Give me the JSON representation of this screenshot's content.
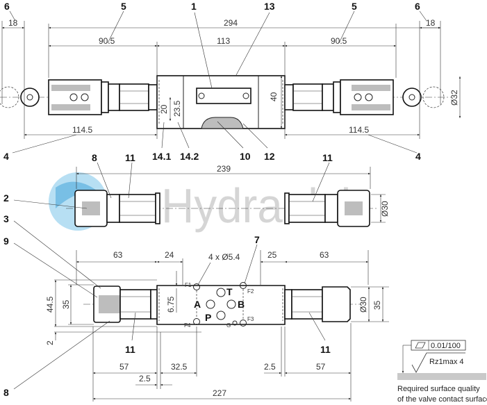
{
  "watermark": {
    "text": "Hydraulch",
    "logo_color": "#7cc4ea"
  },
  "top_view": {
    "callouts": {
      "c6l": "6",
      "c5l": "5",
      "c1": "1",
      "c13": "13",
      "c5r": "5",
      "c6r": "6",
      "c4l": "4",
      "c141": "14.1",
      "c142": "14.2",
      "c10": "10",
      "c12": "12",
      "c4r": "4"
    },
    "dims": {
      "d18l": "18",
      "d294": "294",
      "d905l": "90.5",
      "d113": "113",
      "d905r": "90.5",
      "d18r": "18",
      "d1145l": "114.5",
      "d1145r": "114.5",
      "d40": "40",
      "d32": "Ø32",
      "d20": "20",
      "d235": "23.5"
    }
  },
  "middle_view": {
    "callouts": {
      "c8": "8",
      "c11l": "11",
      "c11r": "11",
      "c2": "2"
    },
    "dims": {
      "d239": "239",
      "d30": "Ø30"
    }
  },
  "bottom_view": {
    "callouts": {
      "c3": "3",
      "c9": "9",
      "c7": "7",
      "c11l": "11",
      "c11r": "11",
      "c8": "8"
    },
    "dims": {
      "d63l": "63",
      "d24": "24",
      "dholes": "4 x Ø5.4",
      "d25": "25",
      "d63r": "63",
      "d445": "44.5",
      "d35l": "35",
      "d675": "6.75",
      "d2": "2",
      "d30r": "Ø30",
      "d35r": "35",
      "d57l": "57",
      "d325": "32.5",
      "d25a": "2.5",
      "d25b": "2.5",
      "d57r": "57",
      "d227": "227"
    },
    "ports": {
      "A": "A",
      "T": "T",
      "B": "B",
      "P": "P"
    },
    "holes": {
      "F1": "F1",
      "F2": "F2",
      "F3": "F3",
      "F4": "F4",
      "G": "G"
    }
  },
  "surface_note": {
    "flatness": "0.01/100",
    "roughness": "Rz1max 4",
    "line1": "Required surface quality",
    "line2": "of the valve contact surface"
  }
}
